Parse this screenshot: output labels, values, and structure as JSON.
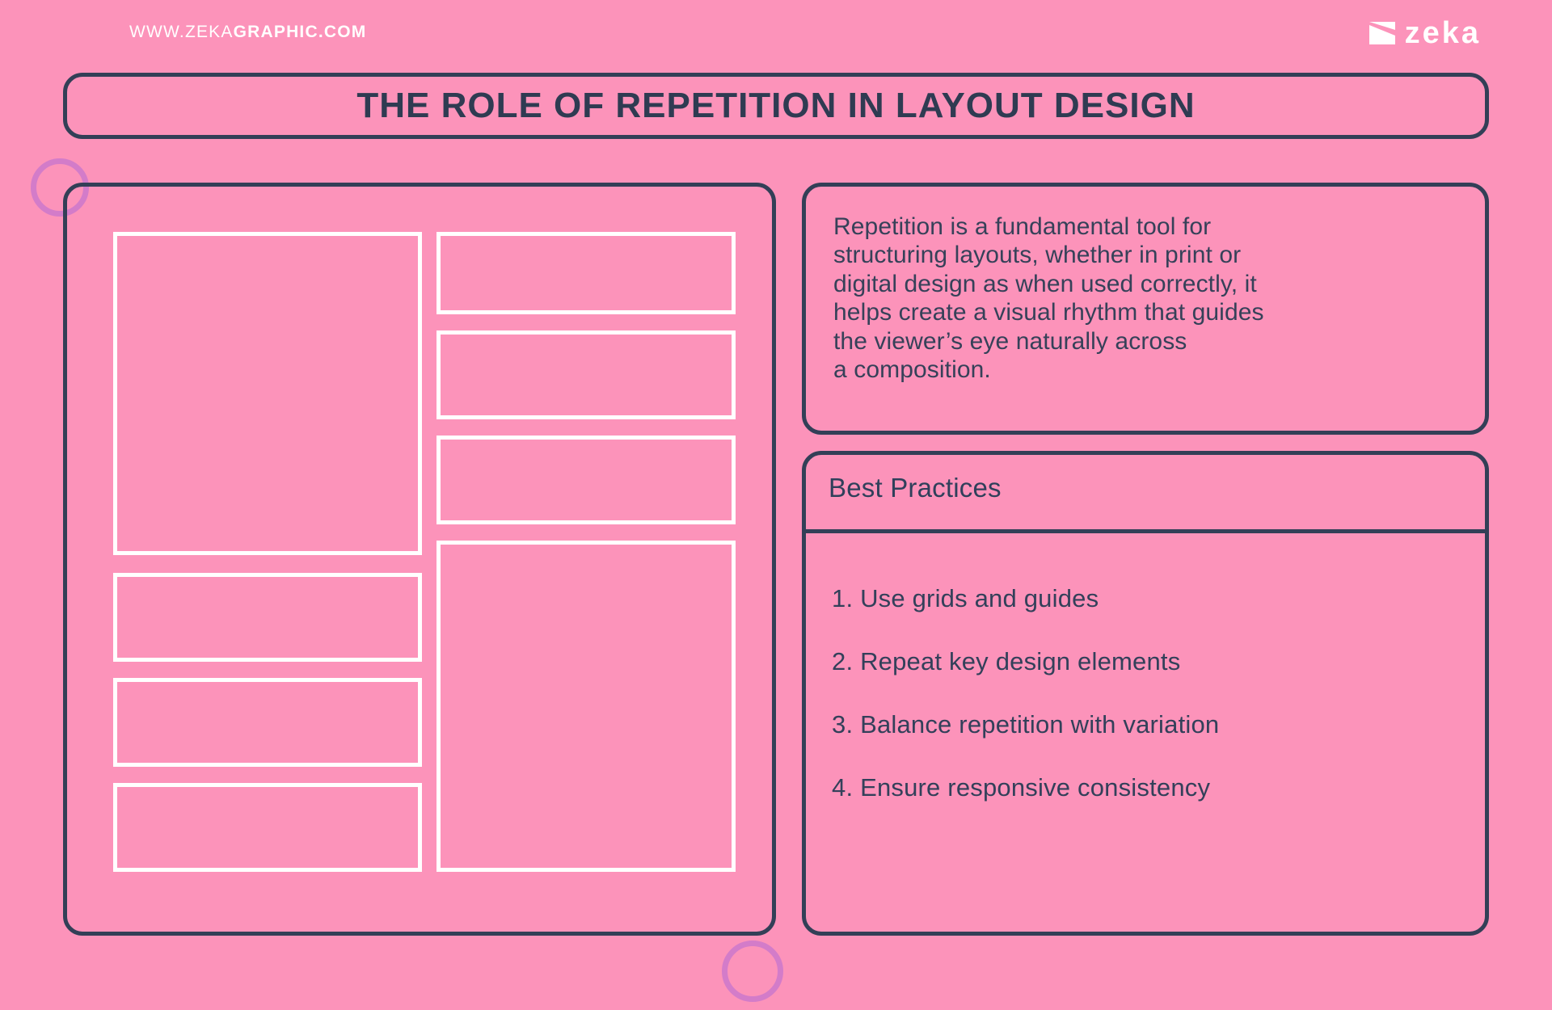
{
  "theme": {
    "background": "#fc93ba",
    "ink": "#333f57",
    "white": "#ffffff",
    "accent_ring": "#d37cc9"
  },
  "header": {
    "url_light": "WWW.ZEKA",
    "url_bold": "GRAPHIC.COM",
    "brand_name": "zeka",
    "brand_mark_icon": "zeka-slash-mark-icon"
  },
  "title": {
    "text": "THE ROLE OF REPETITION IN LAYOUT DESIGN"
  },
  "wireframe": {
    "label": "layout-wireframe-diagram",
    "boxes": [
      {
        "name": "hero-block",
        "column": "left"
      },
      {
        "name": "left-block-2",
        "column": "left"
      },
      {
        "name": "left-block-3",
        "column": "left"
      },
      {
        "name": "left-block-4",
        "column": "left"
      },
      {
        "name": "right-block-1",
        "column": "right"
      },
      {
        "name": "right-block-2",
        "column": "right"
      },
      {
        "name": "right-block-3",
        "column": "right"
      },
      {
        "name": "right-tall-block",
        "column": "right"
      }
    ]
  },
  "intro": {
    "body": "Repetition is a fundamental tool for\nstructuring layouts, whether in print or\ndigital design as when used correctly, it\nhelps create a visual rhythm that guides\nthe viewer’s eye naturally across\na composition."
  },
  "best_practices": {
    "heading": "Best Practices",
    "items": [
      "1. Use grids and guides",
      "2. Repeat key design elements",
      "3. Balance repetition with variation",
      "4. Ensure responsive consistency"
    ]
  },
  "decor": {
    "ring_left": "decorative-ring-left",
    "ring_bottom": "decorative-ring-bottom"
  }
}
